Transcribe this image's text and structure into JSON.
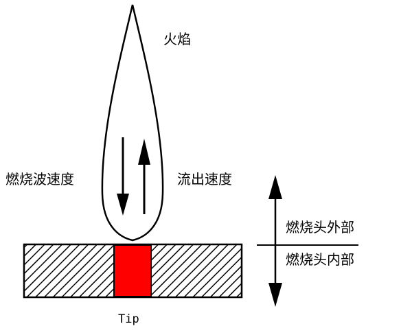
{
  "labels": {
    "flame": "火焰",
    "combustion_wave_speed": "燃烧波速度",
    "flow_speed": "流出速度",
    "burner_outside": "燃烧头外部",
    "burner_inside": "燃烧头内部",
    "tip": "Tip"
  },
  "colors": {
    "tip_fill": "#ff0000",
    "stroke": "#000000",
    "background": "#ffffff"
  }
}
